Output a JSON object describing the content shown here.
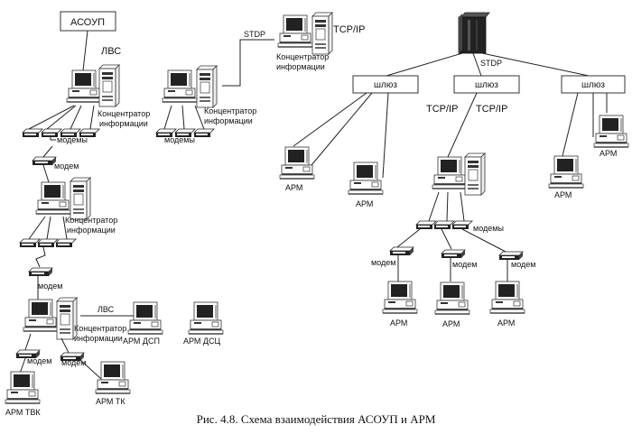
{
  "nodes": {
    "asoup_box": "АСОУП",
    "lvs_top": "ЛВС",
    "lvs_bottom": "ЛВС",
    "concentrator_1": [
      "Концентратор",
      "информации"
    ],
    "concentrator_2": [
      "Концентратор",
      "информации"
    ],
    "concentrator_3": [
      "Концентратор",
      "информации"
    ],
    "concentrator_4": [
      "Концентратор",
      "информации"
    ],
    "concentrator_5": [
      "Концентратор",
      "информации"
    ],
    "modems_1": "модемы",
    "modem_1": "модем",
    "modem_2": "модем",
    "modems_2": "модемы",
    "modem_tvk": "модем",
    "modem_tk": "модем",
    "arm_dsp": "АРМ  ДСП",
    "arm_dsc": "АРМ  ДСЦ",
    "arm_tvk": "АРМ  ТВК",
    "arm_tk": "АРМ  ТК",
    "stdp_left": "STDP",
    "tcpip_top": "TCP/IP",
    "stdp_server": "STDP",
    "gateway_1": "шлюз",
    "gateway_2": "шлюз",
    "gateway_3": "шлюз",
    "tcpip_left": "TCP/IP",
    "tcpip_right": "TCP/IP",
    "arm_g1_a": "АРМ",
    "arm_g1_b": "АРМ",
    "arm_g3_a": "АРМ",
    "arm_g3_b": "АРМ",
    "modems_right": "модемы",
    "modem_r1": "модем",
    "modem_r2": "модем",
    "modem_r3": "модем",
    "arm_r1": "АРМ",
    "arm_r2": "АРМ",
    "arm_r3": "АРМ"
  },
  "caption": "Рис. 4.8. Схема взаимодействия АСОУП и АРМ"
}
